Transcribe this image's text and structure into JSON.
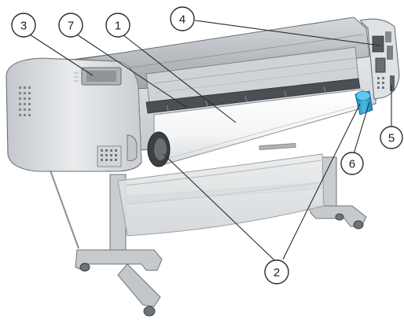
{
  "figure": {
    "subject": "printer",
    "callouts": [
      {
        "id": "c3",
        "label": "3"
      },
      {
        "id": "c7",
        "label": "7"
      },
      {
        "id": "c1",
        "label": "1"
      },
      {
        "id": "c4",
        "label": "4"
      },
      {
        "id": "c5",
        "label": "5"
      },
      {
        "id": "c6",
        "label": "6"
      },
      {
        "id": "c2",
        "label": "2"
      }
    ]
  },
  "colors": {
    "body_light": "#e4e6e8",
    "body_mid": "#c9ccd0",
    "body_dark": "#8e9398",
    "top_cover": "#b9bec3",
    "paper_white": "#ffffff",
    "spindle_blue": "#2fa6d8",
    "stand_gray": "#c7cacd",
    "basket_gray": "#dfe2e4",
    "line_dark": "#2a2a2a"
  }
}
